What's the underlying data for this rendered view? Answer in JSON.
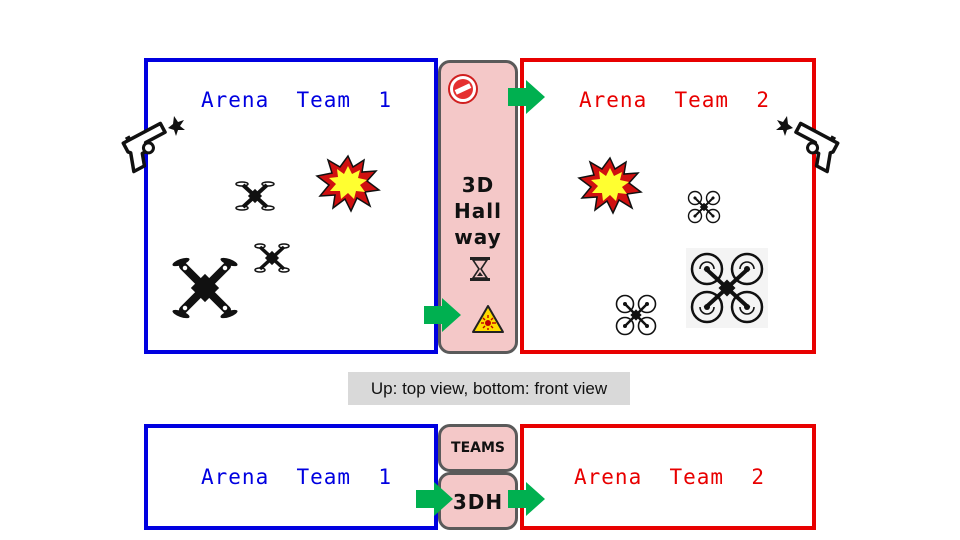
{
  "top_view": {
    "arena_left": {
      "label": "Arena  Team  1",
      "color": "#0000e0"
    },
    "arena_right": {
      "label": "Arena  Team  2",
      "color": "#e80000"
    },
    "hallway": {
      "line1": "3D",
      "line2": "Hall",
      "line3": "way"
    }
  },
  "caption": "Up: top view, bottom: front view",
  "front_view": {
    "arena_left": {
      "label": "Arena  Team  1"
    },
    "arena_right": {
      "label": "Arena  Team  2"
    },
    "teams_box": "TEAMS",
    "hallway_box": "3DH"
  },
  "colors": {
    "arrow": "#00b050",
    "hall_fill": "#f4c8c8",
    "blue": "#0000e0",
    "red": "#e80000"
  },
  "icons": [
    "gun-icon",
    "drone-icon",
    "explosion-icon",
    "no-entry-icon",
    "hourglass-icon",
    "laser-warning-icon",
    "arrow-icon"
  ]
}
